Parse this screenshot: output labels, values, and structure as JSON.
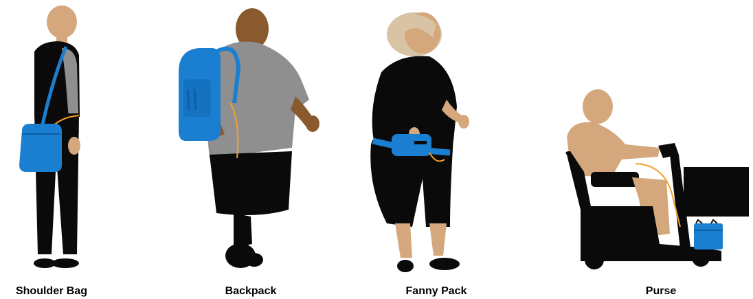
{
  "labels": {
    "shoulder_bag": "Shoulder Bag",
    "backpack": "Backpack",
    "fanny_pack": "Fanny Pack",
    "purse": "Purse"
  },
  "colors": {
    "bag_blue": "#1a7fd0",
    "tube_orange": "#f4a02a",
    "skin_light": "#d4a87c",
    "skin_dark": "#8a5a2e",
    "hair_blonde": "#d8c4a4",
    "clothing_black": "#0a0a0a",
    "shirt_gray": "#8f8f8f"
  },
  "icons": {
    "shoulder_bag": "shoulder-bag-icon",
    "backpack": "backpack-icon",
    "fanny_pack": "fanny-pack-icon",
    "purse": "purse-icon"
  }
}
